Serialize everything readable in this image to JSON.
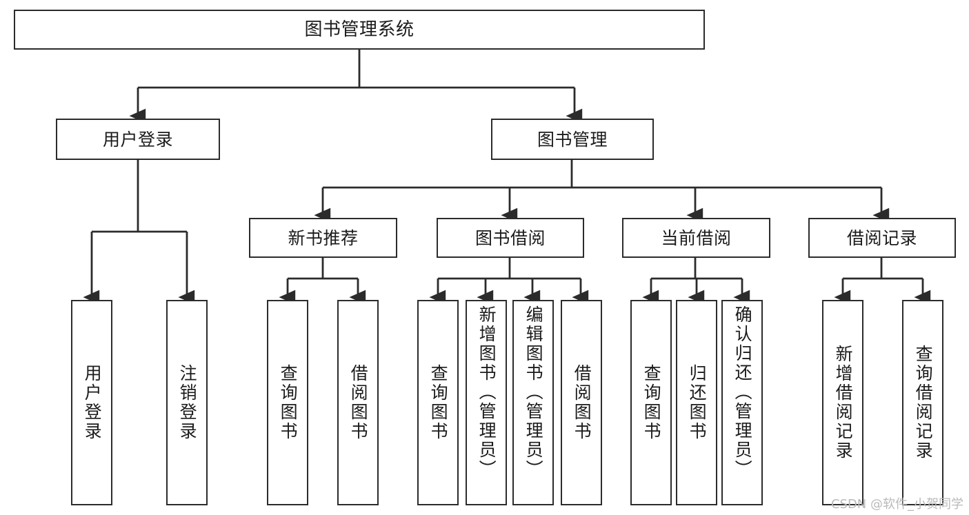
{
  "diagram": {
    "title": "图书管理系统",
    "type": "tree",
    "watermark": "CSDN @软件_小贺同学",
    "colors": {
      "stroke": "#2b2b2b",
      "fill": "#ffffff",
      "text": "#1b1b1b",
      "watermark": "#b9b9b9"
    },
    "nodes": {
      "root": {
        "label": "图书管理系统"
      },
      "level1": [
        {
          "label": "用户登录"
        },
        {
          "label": "图书管理"
        }
      ],
      "level2": [
        {
          "label": "新书推荐"
        },
        {
          "label": "图书借阅"
        },
        {
          "label": "当前借阅"
        },
        {
          "label": "借阅记录"
        }
      ],
      "leaves": {
        "user_login": [
          {
            "label": "用户登录"
          },
          {
            "label": "注销登录"
          }
        ],
        "new_book": [
          {
            "label": "查询图书"
          },
          {
            "label": "借阅图书"
          }
        ],
        "book_borrow": [
          {
            "label": "查询图书"
          },
          {
            "label": "新增图书（管理员）"
          },
          {
            "label": "编辑图书（管理员）"
          },
          {
            "label": "借阅图书"
          }
        ],
        "current_borrow": [
          {
            "label": "查询图书"
          },
          {
            "label": "归还图书"
          },
          {
            "label": "确认归还（管理员）"
          }
        ],
        "borrow_record": [
          {
            "label": "新增借阅记录"
          },
          {
            "label": "查询借阅记录"
          }
        ]
      }
    }
  }
}
